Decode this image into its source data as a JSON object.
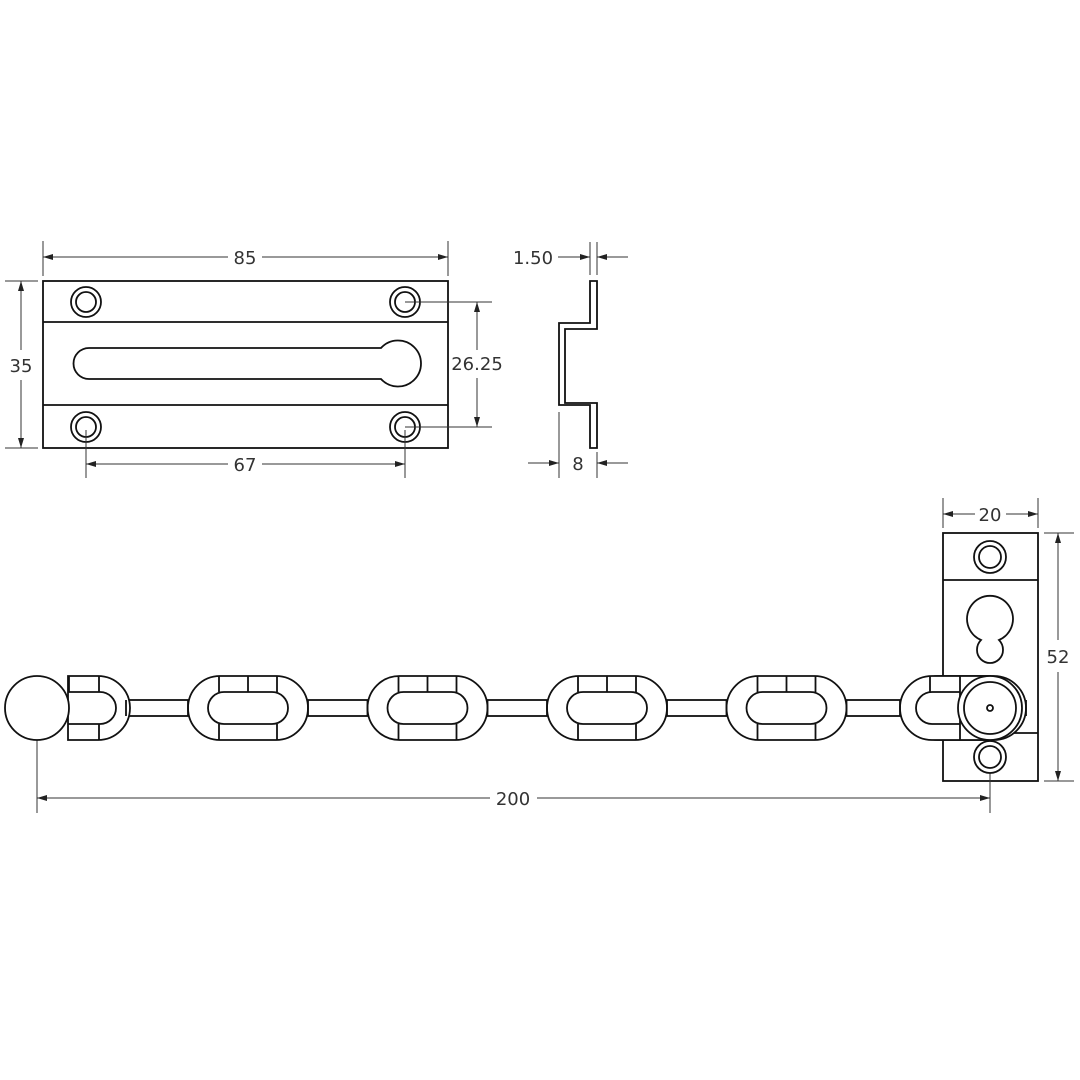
{
  "drawing": {
    "subject": "Door chain guard technical drawing",
    "units": "mm",
    "colors": {
      "line": "#111111",
      "dimension": "#333333",
      "background": "#ffffff"
    }
  },
  "dimensions": {
    "slide_plate_width": "85",
    "slide_plate_height": "35",
    "hole_spacing_vertical": "26.25",
    "hole_spacing_horizontal": "67",
    "material_thickness": "1.50",
    "profile_depth": "8",
    "keeper_width": "20",
    "keeper_height": "52",
    "chain_length": "200"
  },
  "views": [
    {
      "name": "slide-plate-front-view"
    },
    {
      "name": "slide-plate-side-profile"
    },
    {
      "name": "chain-and-keeper-view"
    }
  ],
  "chain": {
    "link_count": 5
  }
}
